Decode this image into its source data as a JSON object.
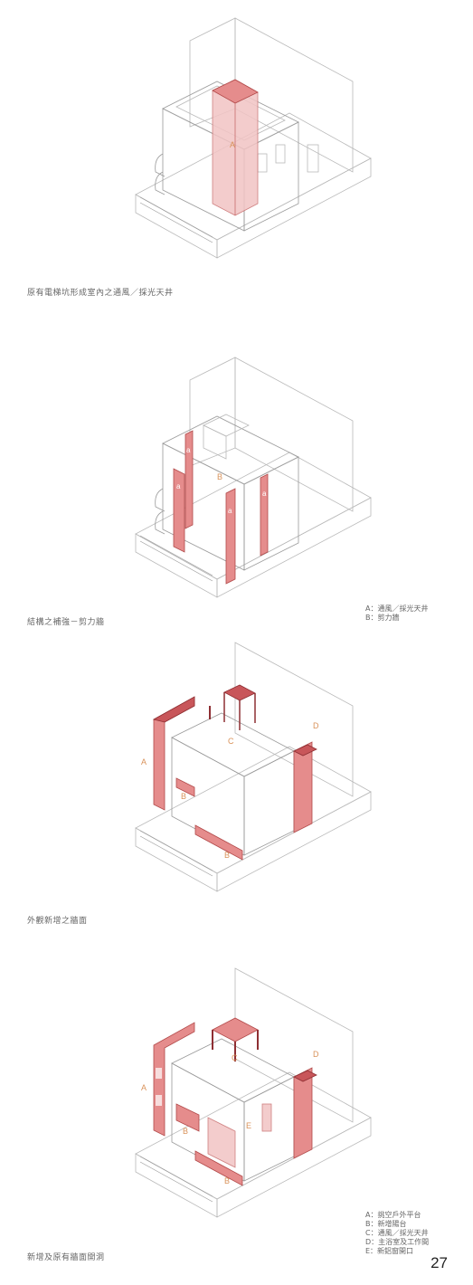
{
  "panels": [
    {
      "caption": "原有電梯坑形成室內之通風／採光天井",
      "labels": [
        "A"
      ]
    },
    {
      "caption": "結構之補強－剪力牆",
      "labels": [
        "a",
        "a",
        "B",
        "a",
        "a"
      ],
      "legend": [
        "A：通風／採光天井",
        "B：剪力牆"
      ]
    },
    {
      "caption": "外觀新增之牆面",
      "labels": [
        "A",
        "B",
        "B",
        "C",
        "D"
      ]
    },
    {
      "caption": "新增及原有牆面開洞",
      "labels": [
        "A",
        "B",
        "B",
        "C",
        "D",
        "E"
      ],
      "legend": [
        "A：挑空戶外平台",
        "B：新增陽台",
        "C：通風／採光天井",
        "D：主浴室及工作間",
        "E：新鋁窗開口"
      ]
    }
  ],
  "page_number": "27",
  "colors": {
    "highlight": "#e58c8c",
    "highlight_dark": "#c8565a",
    "line": "#b9b9b9"
  }
}
